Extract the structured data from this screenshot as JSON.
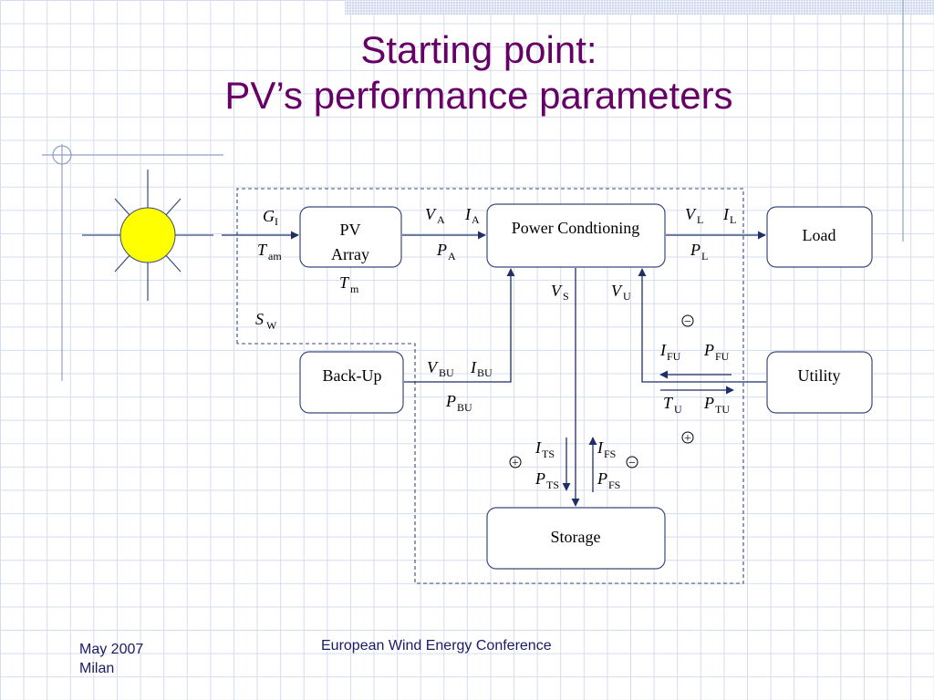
{
  "title": {
    "line1": "Starting point:",
    "line2": "PV’s performance parameters"
  },
  "footer": {
    "date": "May 2007",
    "place": "Milan",
    "conference": "European Wind Energy Conference"
  },
  "diagram": {
    "blocks": {
      "pv_array_line1": "PV",
      "pv_array_line2": "Array",
      "power_conditioning": "Power Condtioning",
      "load": "Load",
      "backup": "Back-Up",
      "utility": "Utility",
      "storage": "Storage"
    },
    "variables": {
      "GI": {
        "base": "G",
        "sub": "I"
      },
      "Tam": {
        "base": "T",
        "sub": "am"
      },
      "Tm": {
        "base": "T",
        "sub": "m"
      },
      "SW": {
        "base": "S",
        "sub": "W"
      },
      "VA": {
        "base": "V",
        "sub": "A"
      },
      "IA": {
        "base": "I",
        "sub": "A"
      },
      "PA": {
        "base": "P",
        "sub": "A"
      },
      "VL": {
        "base": "V",
        "sub": "L"
      },
      "IL": {
        "base": "I",
        "sub": "L"
      },
      "PL": {
        "base": "P",
        "sub": "L"
      },
      "VS": {
        "base": "V",
        "sub": "S"
      },
      "VU": {
        "base": "V",
        "sub": "U"
      },
      "VBU": {
        "base": "V",
        "sub": "BU"
      },
      "IBU": {
        "base": "I",
        "sub": "BU"
      },
      "PBU": {
        "base": "P",
        "sub": "BU"
      },
      "IFU": {
        "base": "I",
        "sub": "FU"
      },
      "PFU": {
        "base": "P",
        "sub": "FU"
      },
      "TU": {
        "base": "T",
        "sub": "U"
      },
      "PTU": {
        "base": "P",
        "sub": "TU"
      },
      "ITS": {
        "base": "I",
        "sub": "TS"
      },
      "PTS": {
        "base": "P",
        "sub": "TS"
      },
      "IFS": {
        "base": "I",
        "sub": "FS"
      },
      "PFS": {
        "base": "P",
        "sub": "FS"
      }
    },
    "signs": {
      "utility_minus": "−",
      "utility_plus": "+",
      "storage_plus": "+",
      "storage_minus": "−"
    },
    "sun_color": "#ffff00"
  }
}
